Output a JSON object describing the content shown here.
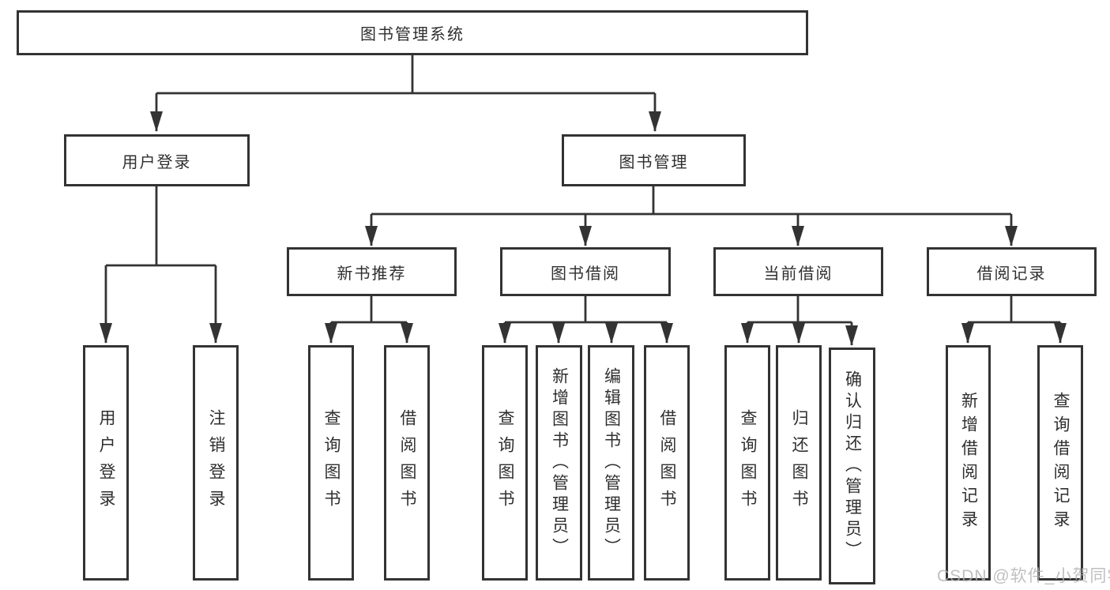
{
  "diagram": {
    "type": "hierarchy-tree",
    "tree": {
      "root": "图书管理系统",
      "branches": [
        {
          "label": "用户登录",
          "children": [
            "用户登录",
            "注销登录"
          ]
        },
        {
          "label": "图书管理",
          "groups": [
            {
              "label": "新书推荐",
              "children": [
                "查询图书",
                "借阅图书"
              ]
            },
            {
              "label": "图书借阅",
              "children": [
                "查询图书",
                "新增图书（管理员）",
                "编辑图书（管理员）",
                "借阅图书"
              ]
            },
            {
              "label": "当前借阅",
              "children": [
                "查询图书",
                "归还图书",
                "确认归还（管理员）"
              ]
            },
            {
              "label": "借阅记录",
              "children": [
                "新增借阅记录",
                "查询借阅记录"
              ]
            }
          ]
        }
      ]
    },
    "colors": {
      "line": "#333333",
      "box_border": "#333333",
      "box_fill": "#ffffff",
      "text": "#2f2f2f",
      "background": "#ffffff"
    }
  },
  "watermark": {
    "text": "CSDN @软件_小贺同学",
    "color": "#b2b2b2"
  }
}
